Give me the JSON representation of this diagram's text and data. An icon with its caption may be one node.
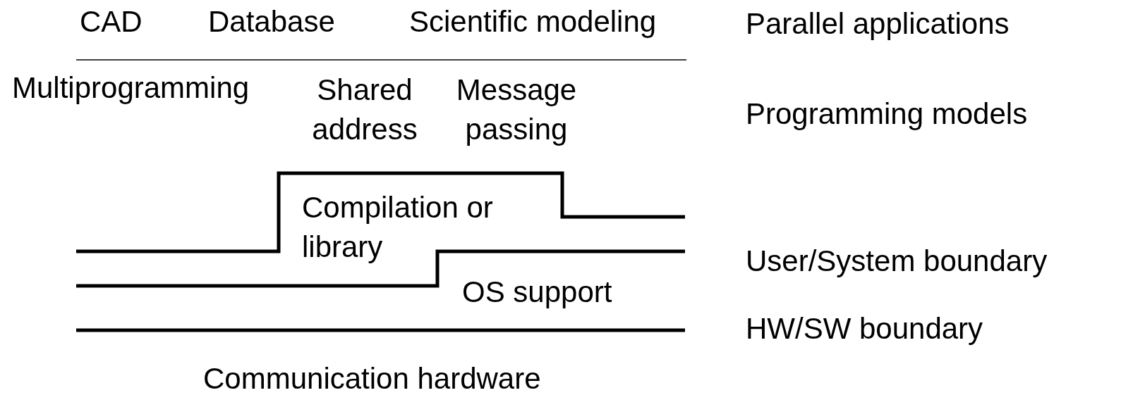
{
  "diagram": {
    "labels": [
      "CAD",
      "Database",
      "Scientific modeling",
      "Parallel applications",
      "Multiprogramming",
      "Shared address",
      "Message passing",
      "Programming models",
      "Compilation or library",
      "User/System boundary",
      "OS support",
      "HW/SW boundary",
      "Communication hardware"
    ]
  }
}
